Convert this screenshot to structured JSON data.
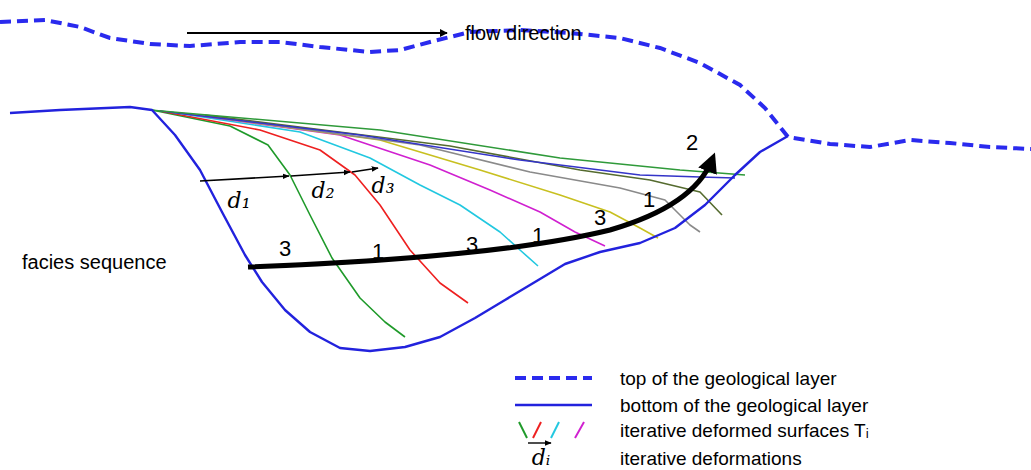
{
  "diagram": {
    "labels": [
      "flow direction",
      "facies sequence",
      "d₁",
      "d₂",
      "d₃",
      "3",
      "1",
      "3",
      "1",
      "3",
      "1",
      "2",
      "dᵢ"
    ],
    "legend": [
      {
        "text": "top of the geological layer"
      },
      {
        "text": "bottom of the geological layer"
      },
      {
        "text": "iterative deformed surfaces Tᵢ"
      },
      {
        "text": "iterative deformations"
      }
    ]
  }
}
